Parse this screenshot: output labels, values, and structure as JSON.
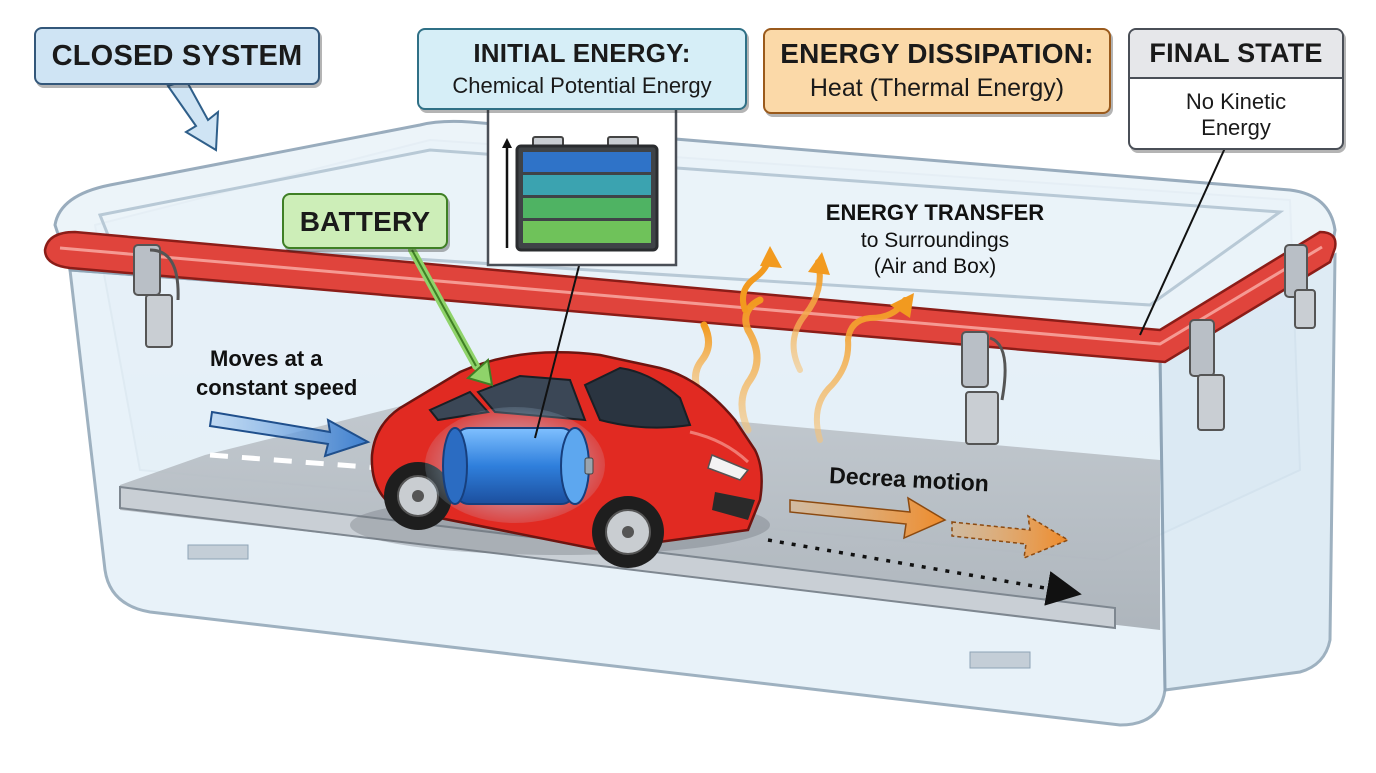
{
  "labels": {
    "closed_system": "CLOSED SYSTEM",
    "initial_energy_title": "INITIAL ENERGY:",
    "initial_energy_sub": "Chemical Potential Energy",
    "dissipation_title": "ENERGY DISSIPATION:",
    "dissipation_sub": "Heat (Thermal Energy)",
    "final_state_title": "FINAL STATE",
    "final_state_line1": "No Kinetic",
    "final_state_line2": "Energy",
    "battery": "BATTERY",
    "transfer_title": "ENERGY TRANSFER",
    "transfer_line1": "to Surroundings",
    "transfer_line2": "(Air and Box)",
    "moves_line1": "Moves at a",
    "moves_line2": "constant speed",
    "decrease_motion": "Decrea motion"
  },
  "colors": {
    "closed_system_box": "#cfe4f4",
    "initial_energy_box": "#d6eef7",
    "dissipation_box": "#fbd9a8",
    "final_state_header": "#e6e7ea",
    "battery_box": "#cdeeb8",
    "lid_seal": "#e0443c",
    "car_body": "#e12a22",
    "car_battery": "#2f7fdc",
    "motion_arrow": "#3d7fd0",
    "heat_arrow": "#f0a22a"
  },
  "icons": {
    "battery_gauge": "battery-level-icon",
    "heat": "heat-wave-arrow-icon"
  }
}
